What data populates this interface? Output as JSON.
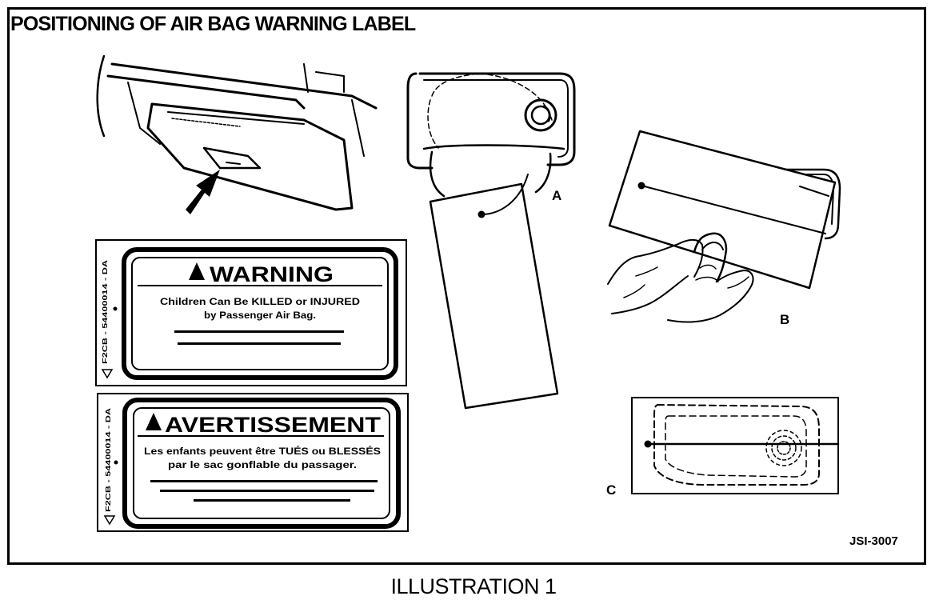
{
  "title": "POSITIONING OF AIR BAG WARNING LABEL",
  "figure_id": "JSI-3007",
  "caption": "ILLUSTRATION 1",
  "step_labels": {
    "a": "A",
    "b": "B",
    "c": "C"
  },
  "english_label": {
    "heading": "WARNING",
    "line1": "Children Can Be KILLED or INJURED",
    "line2": "by Passenger Air Bag.",
    "side_code": "F2CB - 54400014 - DA"
  },
  "french_label": {
    "heading": "AVERTISSEMENT",
    "line1": "Les enfants peuvent être TUÉS ou BLESSÉS",
    "line2": "par le sac gonflable du passager.",
    "side_code": "F2CB - 54400014 - DA"
  }
}
